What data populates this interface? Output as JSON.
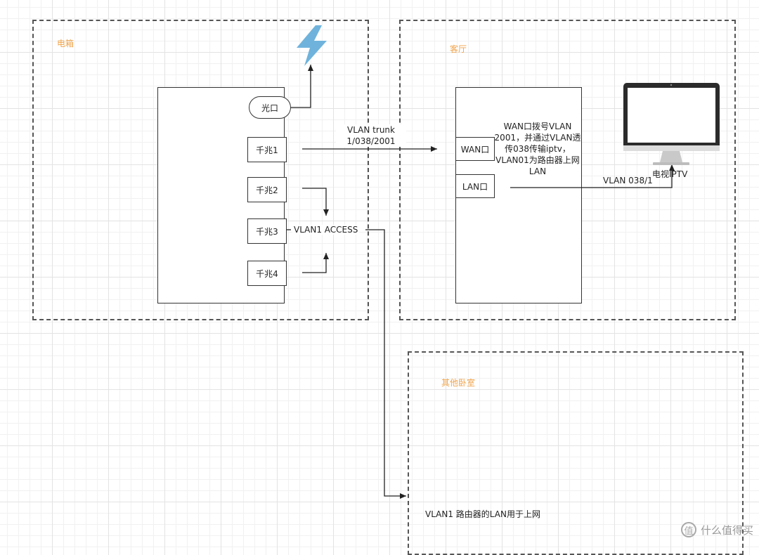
{
  "zones": {
    "dianxiang": "电箱",
    "keting": "客厅",
    "qita": "其他卧室"
  },
  "switch_ports": {
    "fiber": "光口",
    "gig1": "千兆1",
    "gig2": "千兆2",
    "gig3": "千兆3",
    "gig4": "千兆4"
  },
  "router_ports": {
    "wan": "WAN口",
    "lan": "LAN口"
  },
  "labels": {
    "trunk_line1": "VLAN trunk",
    "trunk_line2": "1/038/2001",
    "access": "VLAN1 ACCESS",
    "wan_note": [
      "WAN口拨号VLAN",
      "2001，并通过VLAN透",
      "传038传输iptv，",
      "VLAN01为路由器上网",
      "LAN"
    ],
    "vlan_iptv": "VLAN 038/1",
    "tv": "电视IPTV",
    "bedroom_note": "VLAN1 路由器的LAN用于上网"
  },
  "icons": {
    "power": "lightning-bolt-icon",
    "tv": "monitor-icon",
    "watermark": "zhi-icon"
  },
  "colors": {
    "zone_label": "#f0a34a",
    "bolt": "#6fb3dc",
    "monitor_frame": "#2b2b2b",
    "monitor_stand": "#d8d8d8"
  },
  "watermark": {
    "icon_char": "值",
    "text": "什么值得买"
  }
}
